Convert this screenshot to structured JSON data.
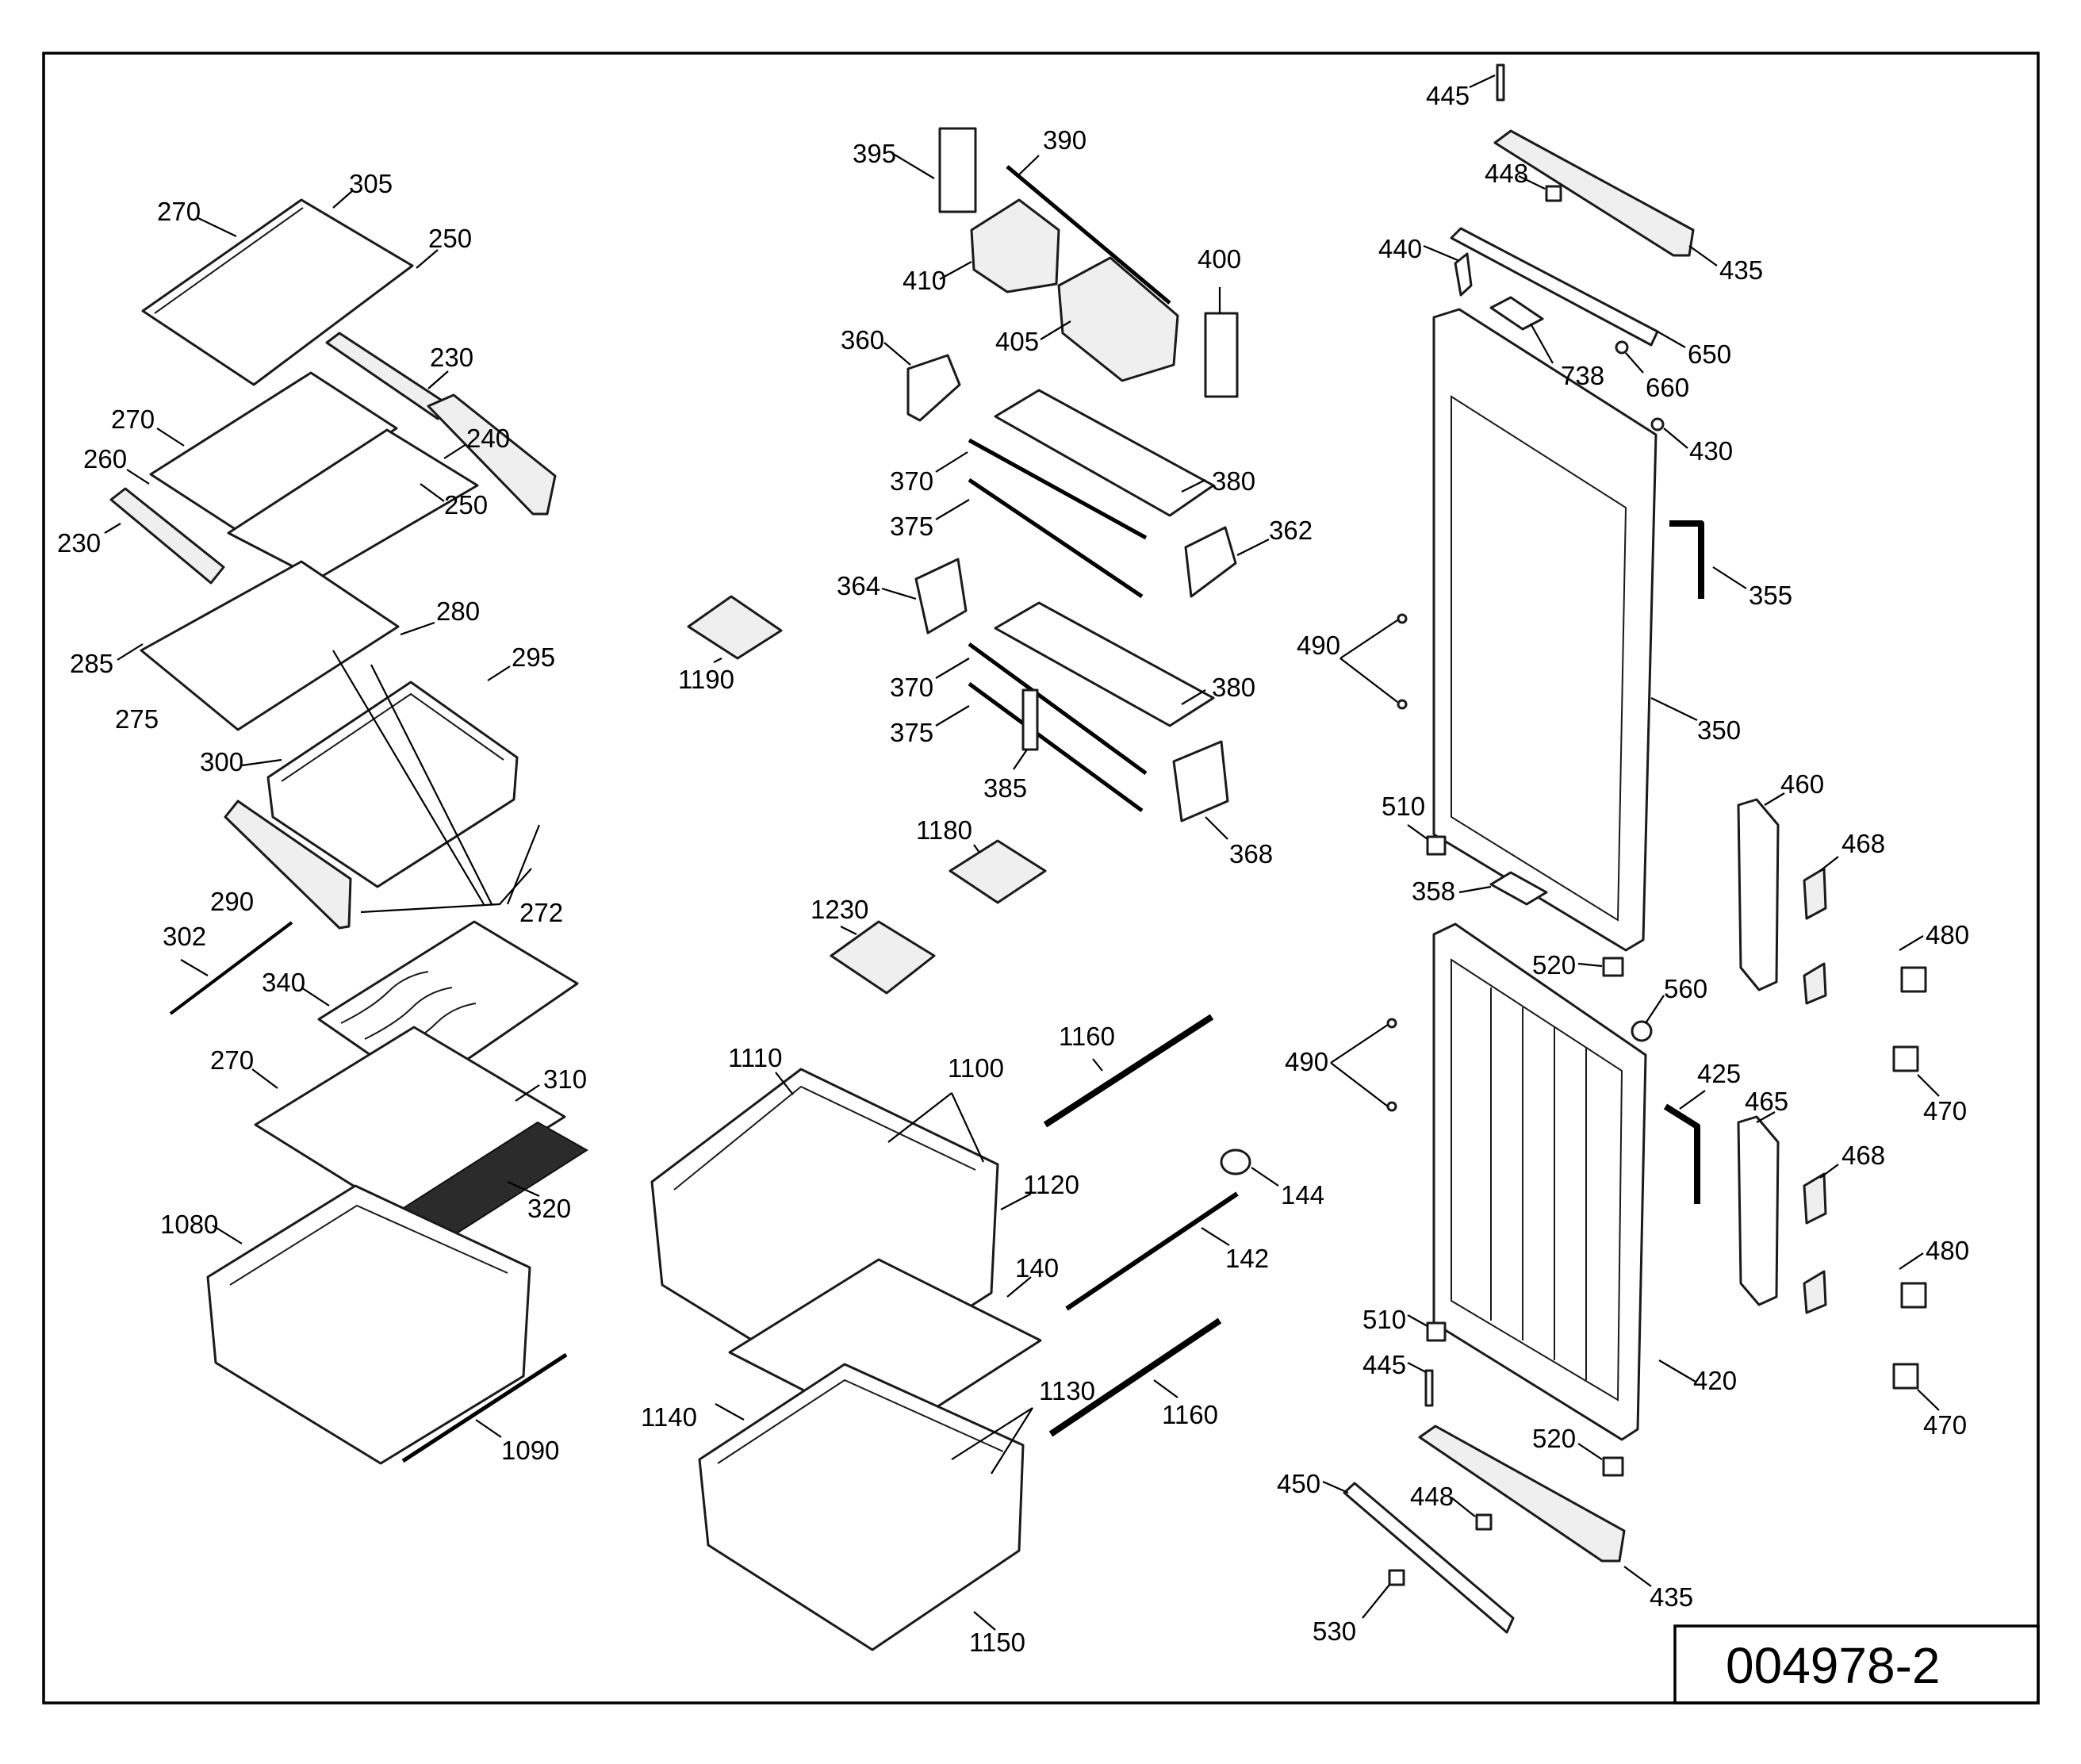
{
  "document_number": "004978-2",
  "callouts": [
    {
      "id": "c270a",
      "text": "270"
    },
    {
      "id": "c305",
      "text": "305"
    },
    {
      "id": "c250a",
      "text": "250"
    },
    {
      "id": "c230a",
      "text": "230"
    },
    {
      "id": "c270b",
      "text": "270"
    },
    {
      "id": "c240",
      "text": "240"
    },
    {
      "id": "c260",
      "text": "260"
    },
    {
      "id": "c250b",
      "text": "250"
    },
    {
      "id": "c230b",
      "text": "230"
    },
    {
      "id": "c280",
      "text": "280"
    },
    {
      "id": "c285",
      "text": "285"
    },
    {
      "id": "c295",
      "text": "295"
    },
    {
      "id": "c275",
      "text": "275"
    },
    {
      "id": "c300",
      "text": "300"
    },
    {
      "id": "c290",
      "text": "290"
    },
    {
      "id": "c272",
      "text": "272"
    },
    {
      "id": "c302",
      "text": "302"
    },
    {
      "id": "c340",
      "text": "340"
    },
    {
      "id": "c270c",
      "text": "270"
    },
    {
      "id": "c310",
      "text": "310"
    },
    {
      "id": "c320",
      "text": "320"
    },
    {
      "id": "c1080",
      "text": "1080"
    },
    {
      "id": "c1090",
      "text": "1090"
    },
    {
      "id": "c395",
      "text": "395"
    },
    {
      "id": "c390",
      "text": "390"
    },
    {
      "id": "c410",
      "text": "410"
    },
    {
      "id": "c400",
      "text": "400"
    },
    {
      "id": "c405",
      "text": "405"
    },
    {
      "id": "c360",
      "text": "360"
    },
    {
      "id": "c370a",
      "text": "370"
    },
    {
      "id": "c380a",
      "text": "380"
    },
    {
      "id": "c375a",
      "text": "375"
    },
    {
      "id": "c362",
      "text": "362"
    },
    {
      "id": "c364",
      "text": "364"
    },
    {
      "id": "c1190",
      "text": "1190"
    },
    {
      "id": "c370b",
      "text": "370"
    },
    {
      "id": "c380b",
      "text": "380"
    },
    {
      "id": "c375b",
      "text": "375"
    },
    {
      "id": "c385",
      "text": "385"
    },
    {
      "id": "c368",
      "text": "368"
    },
    {
      "id": "c1180",
      "text": "1180"
    },
    {
      "id": "c1230",
      "text": "1230"
    },
    {
      "id": "c1160a",
      "text": "1160"
    },
    {
      "id": "c1110",
      "text": "1110"
    },
    {
      "id": "c1100",
      "text": "1100"
    },
    {
      "id": "c1120",
      "text": "1120"
    },
    {
      "id": "c144",
      "text": "144"
    },
    {
      "id": "c140",
      "text": "140"
    },
    {
      "id": "c142",
      "text": "142"
    },
    {
      "id": "c1130",
      "text": "1130"
    },
    {
      "id": "c1140",
      "text": "1140"
    },
    {
      "id": "c1160b",
      "text": "1160"
    },
    {
      "id": "c1150",
      "text": "1150"
    },
    {
      "id": "c445a",
      "text": "445"
    },
    {
      "id": "c448a",
      "text": "448"
    },
    {
      "id": "c435a",
      "text": "435"
    },
    {
      "id": "c440",
      "text": "440"
    },
    {
      "id": "c650",
      "text": "650"
    },
    {
      "id": "c738",
      "text": "738"
    },
    {
      "id": "c660",
      "text": "660"
    },
    {
      "id": "c430",
      "text": "430"
    },
    {
      "id": "c355",
      "text": "355"
    },
    {
      "id": "c490a",
      "text": "490"
    },
    {
      "id": "c350",
      "text": "350"
    },
    {
      "id": "c510a",
      "text": "510"
    },
    {
      "id": "c460",
      "text": "460"
    },
    {
      "id": "c468a",
      "text": "468"
    },
    {
      "id": "c358",
      "text": "358"
    },
    {
      "id": "c480a",
      "text": "480"
    },
    {
      "id": "c520a",
      "text": "520"
    },
    {
      "id": "c560",
      "text": "560"
    },
    {
      "id": "c490b",
      "text": "490"
    },
    {
      "id": "c425",
      "text": "425"
    },
    {
      "id": "c465",
      "text": "465"
    },
    {
      "id": "c470a",
      "text": "470"
    },
    {
      "id": "c468b",
      "text": "468"
    },
    {
      "id": "c480b",
      "text": "480"
    },
    {
      "id": "c510b",
      "text": "510"
    },
    {
      "id": "c445b",
      "text": "445"
    },
    {
      "id": "c420",
      "text": "420"
    },
    {
      "id": "c520b",
      "text": "520"
    },
    {
      "id": "c470b",
      "text": "470"
    },
    {
      "id": "c450",
      "text": "450"
    },
    {
      "id": "c448b",
      "text": "448"
    },
    {
      "id": "c435b",
      "text": "435"
    },
    {
      "id": "c530",
      "text": "530"
    }
  ]
}
